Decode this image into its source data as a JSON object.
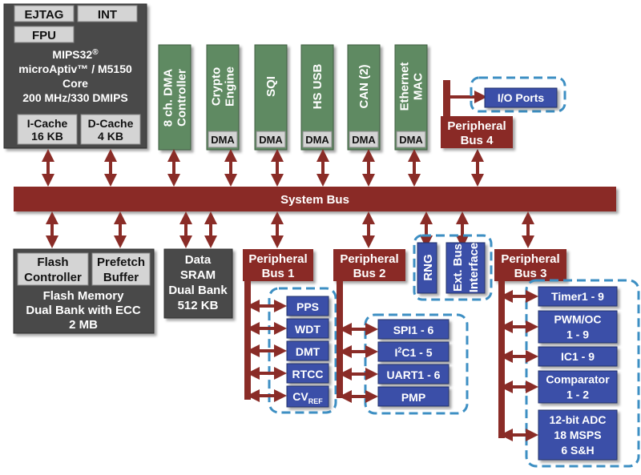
{
  "core": {
    "ejtag": "EJTAG",
    "int": "INT",
    "fpu": "FPU",
    "line1": "MIPS32",
    "line1_sup": "®",
    "line2": "microAptiv™ / M5150",
    "line3": "Core",
    "line4": "200 MHz/330 DMIPS",
    "icache_1": "I-Cache",
    "icache_2": "16 KB",
    "dcache_1": "D-Cache",
    "dcache_2": "4 KB"
  },
  "dma_blocks": [
    {
      "label": "8 ch. DMA Controller",
      "lines": [
        "8 ch. DMA",
        "Controller"
      ],
      "dma": ""
    },
    {
      "label": "Crypto Engine",
      "lines": [
        "Crypto",
        "Engine"
      ],
      "dma": "DMA"
    },
    {
      "label": "SQI",
      "lines": [
        "SQI"
      ],
      "dma": "DMA"
    },
    {
      "label": "HS USB",
      "lines": [
        "HS USB"
      ],
      "dma": "DMA"
    },
    {
      "label": "CAN (2)",
      "lines": [
        "CAN (2)"
      ],
      "dma": "DMA"
    },
    {
      "label": "Ethernet MAC",
      "lines": [
        "Ethernet",
        "MAC"
      ],
      "dma": "DMA"
    }
  ],
  "system_bus": "System Bus",
  "peripheral_bus_4": [
    "Peripheral",
    "Bus 4"
  ],
  "io_ports": "I/O Ports",
  "flash": {
    "controller": [
      "Flash",
      "Controller"
    ],
    "prefetch": [
      "Prefetch",
      "Buffer"
    ],
    "line1": "Flash Memory",
    "line2": "Dual Bank with ECC",
    "line3": "2 MB"
  },
  "sram": [
    "Data",
    "SRAM",
    "Dual Bank",
    "512 KB"
  ],
  "peripheral_bus_1": [
    "Peripheral",
    "Bus 1"
  ],
  "peripheral_bus_2": [
    "Peripheral",
    "Bus 2"
  ],
  "peripheral_bus_3": [
    "Peripheral",
    "Bus 3"
  ],
  "rng": "RNG",
  "ext_bus": [
    "Ext. Bus",
    "Interface"
  ],
  "bus1_items": [
    "PPS",
    "WDT",
    "DMT",
    "RTCC"
  ],
  "cvref": {
    "main": "CV",
    "sub": "REF"
  },
  "bus2_items": [
    "SPI1 - 6",
    "I",
    "2",
    "C1 - 5",
    "UART1 - 6",
    "PMP"
  ],
  "bus3_items": [
    {
      "lines": [
        "Timer1 - 9"
      ]
    },
    {
      "lines": [
        "PWM/OC",
        "1 - 9"
      ]
    },
    {
      "lines": [
        "IC1 - 9"
      ]
    },
    {
      "lines": [
        "Comparator",
        "1 - 2"
      ]
    },
    {
      "lines": [
        "12-bit ADC",
        "18 MSPS",
        "6 S&H"
      ]
    }
  ],
  "colors": {
    "core_dark": "#4a4a4a",
    "light_gray": "#d4d4d4",
    "green": "#5f8a62",
    "bus_red": "#8a2c27",
    "blue": "#3b4fa8",
    "dashed_blue": "#3d8fc3"
  }
}
